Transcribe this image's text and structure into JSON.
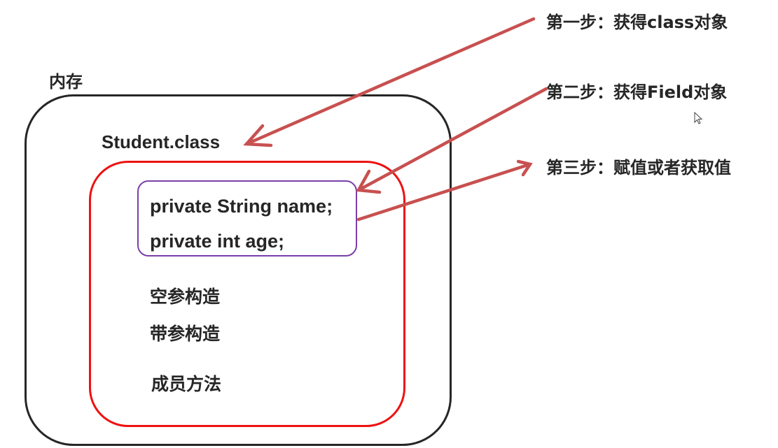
{
  "memory": {
    "label": "内存"
  },
  "class_object": {
    "label": "Student.class"
  },
  "fields": [
    {
      "text": "private String name;"
    },
    {
      "text": "private int age;"
    }
  ],
  "members": [
    {
      "text": "空参构造"
    },
    {
      "text": "带参构造"
    },
    {
      "text": "成员方法"
    }
  ],
  "steps": [
    {
      "text": "第一步：获得class对象"
    },
    {
      "text": "第二步：获得Field对象"
    },
    {
      "text": "第三步：赋值或者获取值"
    }
  ],
  "colors": {
    "outer_border": "#262626",
    "class_border": "#ee1111",
    "field_border": "#7a3fa8",
    "arrow": "#c85050",
    "text": "#262626"
  }
}
